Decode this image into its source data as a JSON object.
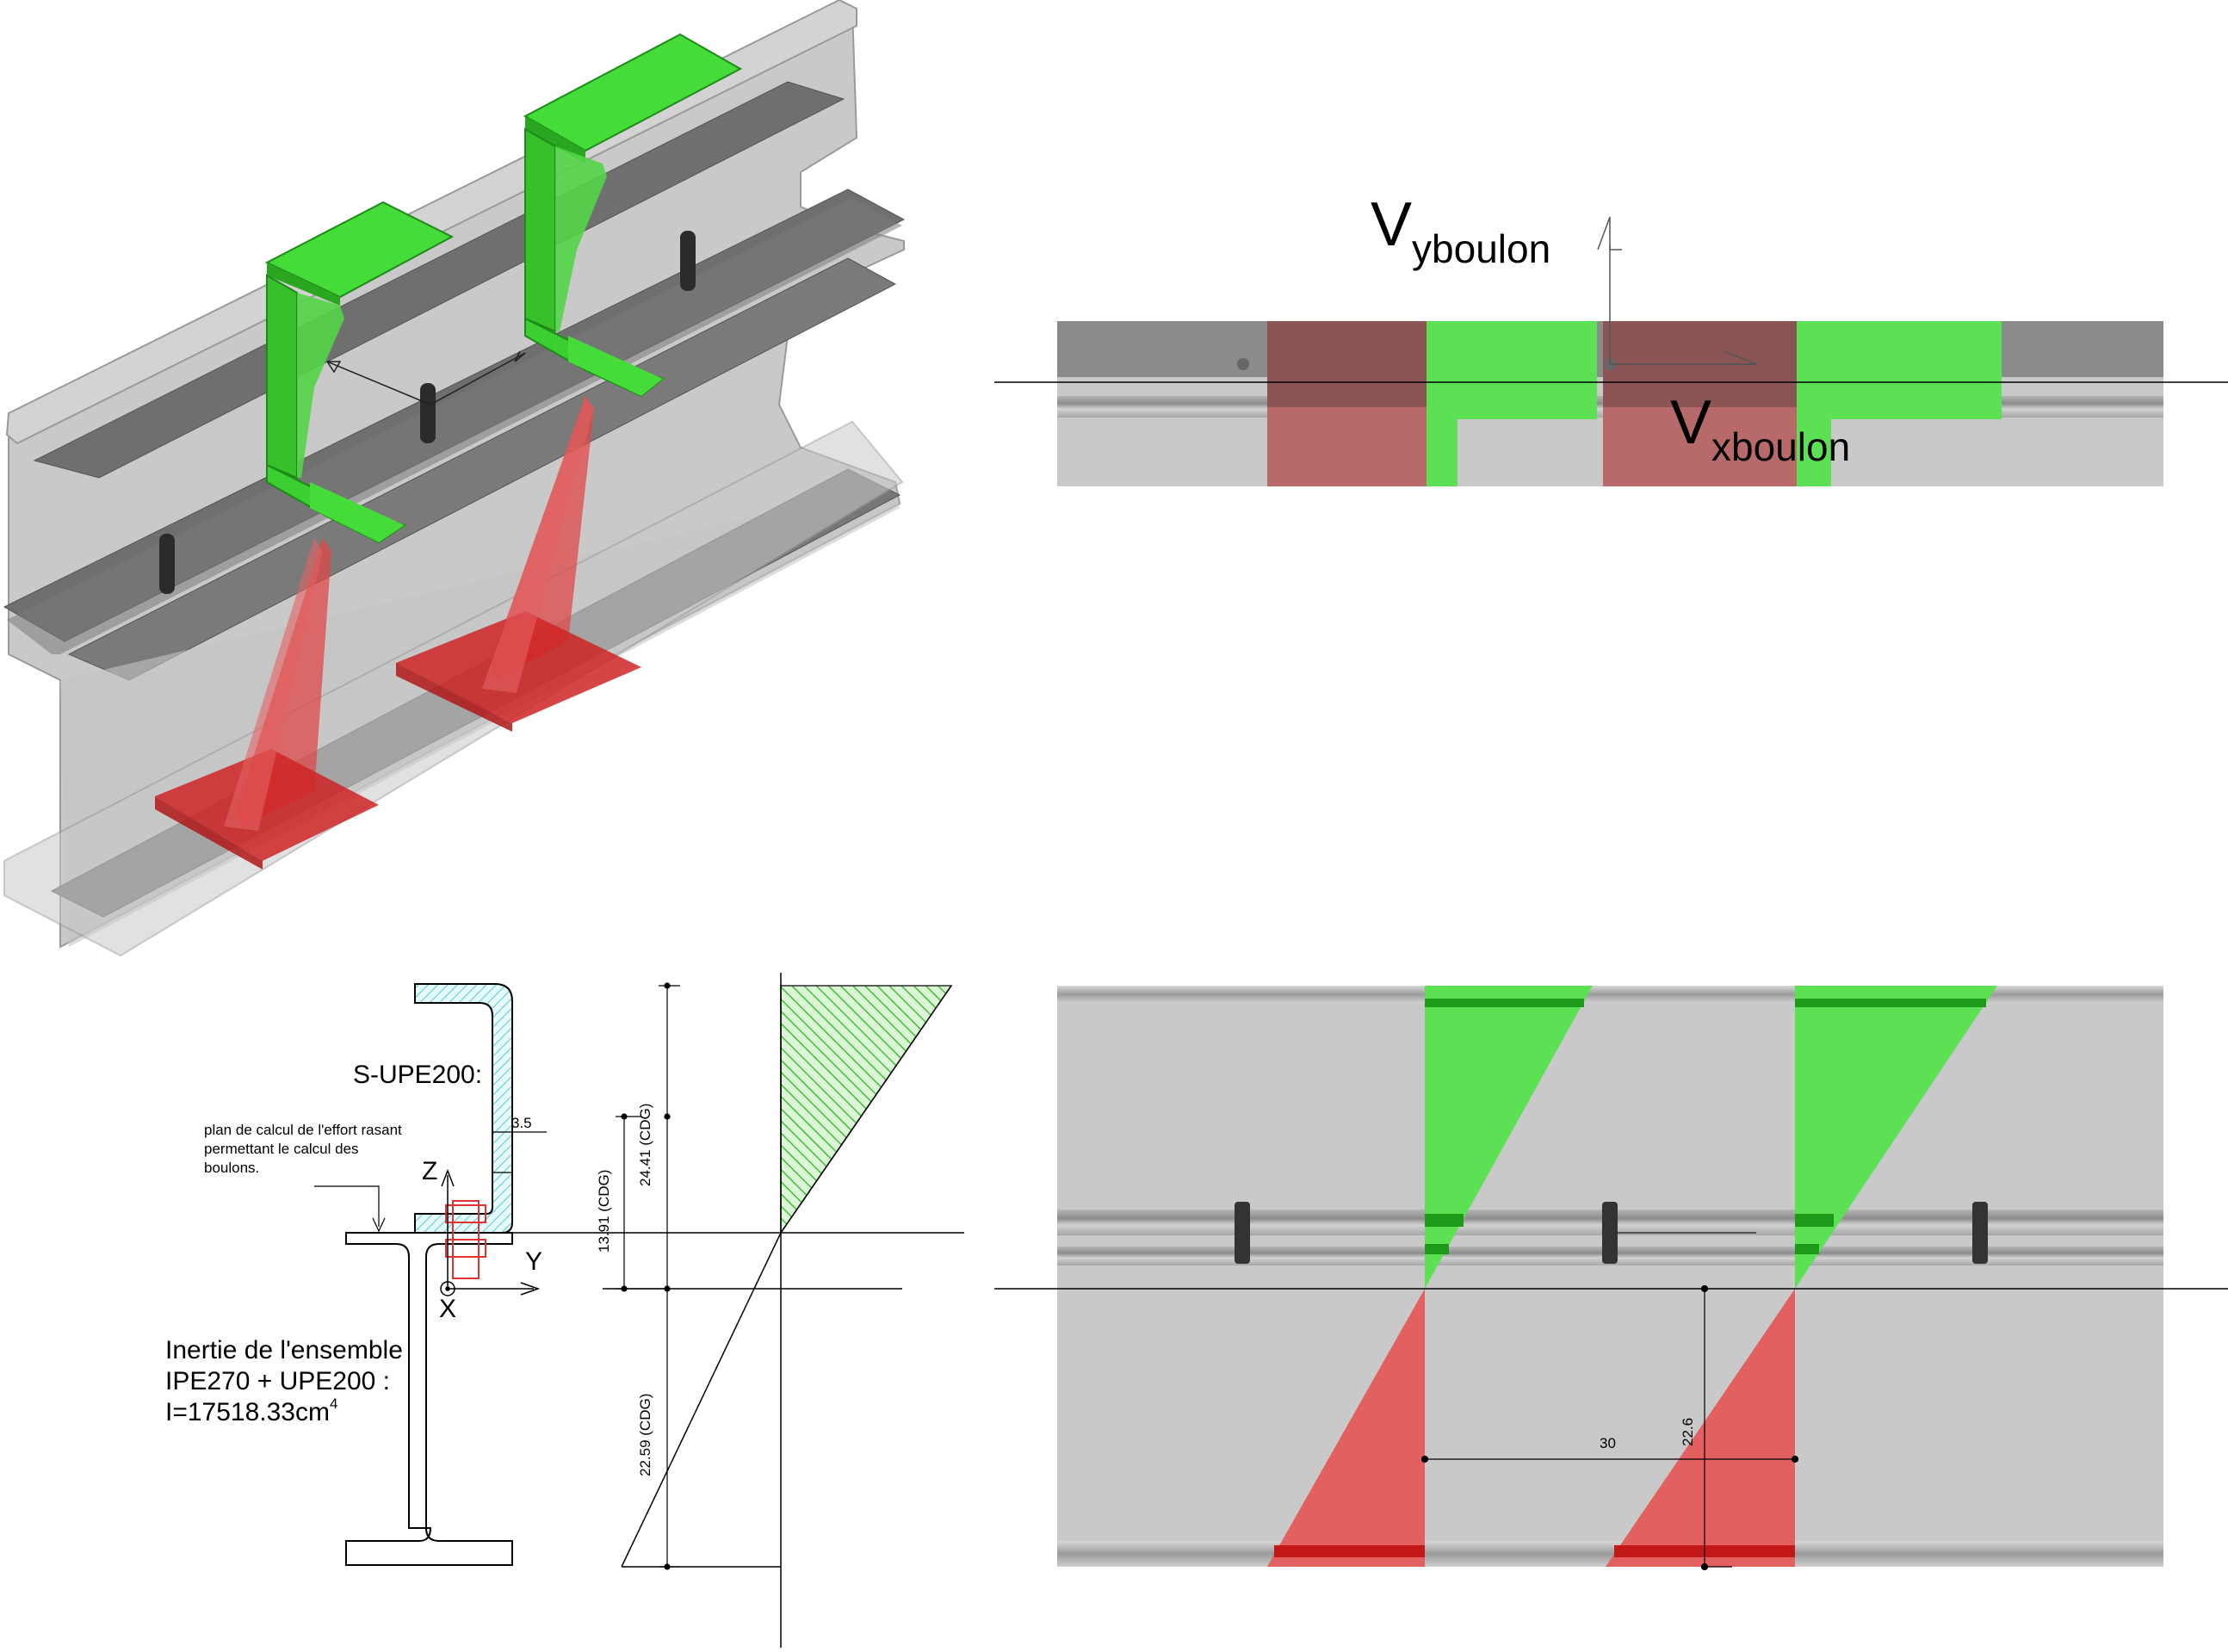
{
  "colors": {
    "steel": "#c9c9c9",
    "steel_dark": "#8a8a8a",
    "flange_shadow": "#6e6e6e",
    "green": "#45dc3a",
    "green_dark": "#1e8a1a",
    "red": "#e04848",
    "red_dark": "#c21818",
    "hatch": "#5fd34e",
    "bolt_red": "#e23232",
    "section_fill": "#bfeef0"
  },
  "top_right": {
    "vy_main": "V",
    "vy_sub": "yboulon",
    "vx_main": "V",
    "vx_sub": "xboulon"
  },
  "section": {
    "profile_label": "S-UPE200:",
    "note_line1": "plan de calcul de l'effort rasant",
    "note_line2": "permettant le calcul des",
    "note_line3": "boulons.",
    "dim_thickness": "3.5",
    "axis_z": "Z",
    "axis_y": "Y",
    "axis_x": "X",
    "inertia_line1": "Inertie de l'ensemble",
    "inertia_line2": "IPE270 + UPE200 :",
    "inertia_line3": "I=17518.33cm",
    "inertia_exp": "4"
  },
  "stress_diagram": {
    "dim_upper_outer": "24.41 (CDG)",
    "dim_upper_inner": "13.91 (CDG)",
    "dim_lower": "22.59 (CDG)"
  },
  "bottom_right": {
    "dim_horizontal": "30",
    "dim_vertical": "22.6"
  }
}
